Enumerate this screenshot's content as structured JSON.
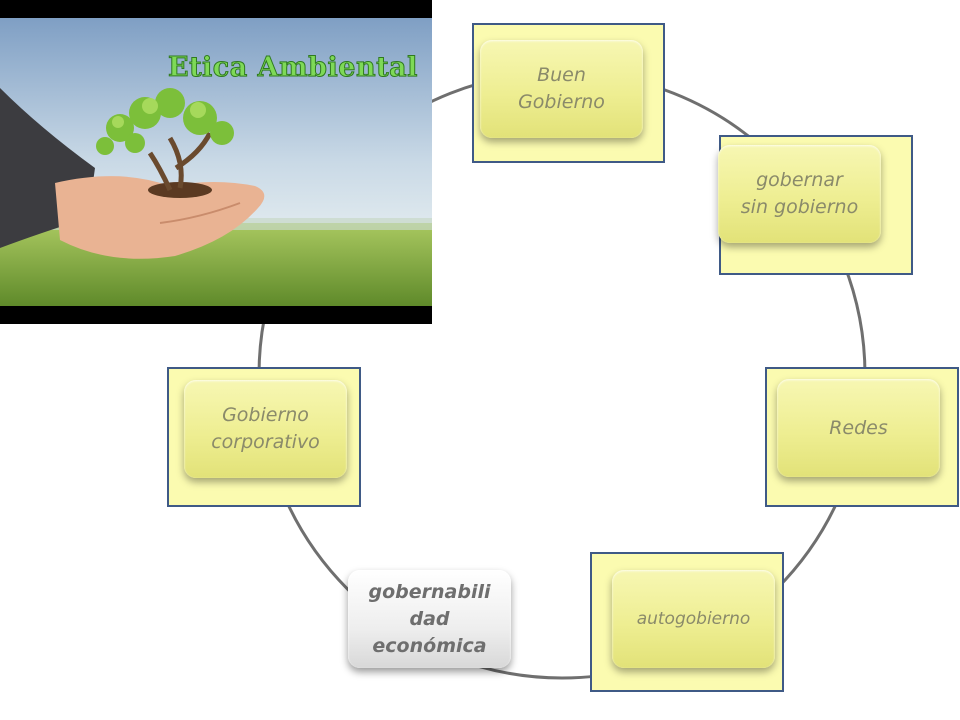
{
  "photo": {
    "title": "Etica Ambiental"
  },
  "diagram": {
    "nodes": [
      {
        "id": "buen-gobierno",
        "label": "Buen\nGobierno",
        "highlighted": true
      },
      {
        "id": "gobernar-sin-gobierno",
        "label": "gobernar\nsin gobierno",
        "highlighted": true
      },
      {
        "id": "redes",
        "label": "Redes",
        "highlighted": true
      },
      {
        "id": "autogobierno",
        "label": "autogobierno",
        "highlighted": true
      },
      {
        "id": "gobernabilidad-economica",
        "label": "gobernabili\ndad\neconómica",
        "highlighted": false
      },
      {
        "id": "gobierno-corporativo",
        "label": "Gobierno\ncorporativo",
        "highlighted": true
      }
    ],
    "colors": {
      "highlight_fill": "#fbfbb0",
      "highlight_border": "#3f5a86",
      "node_fill": "#eeee92",
      "node_text": "#8a8a6a",
      "grey_node_fill": "#eeeeee",
      "ring_line": "#6f6f6f",
      "title_green": "#7ed957"
    }
  }
}
